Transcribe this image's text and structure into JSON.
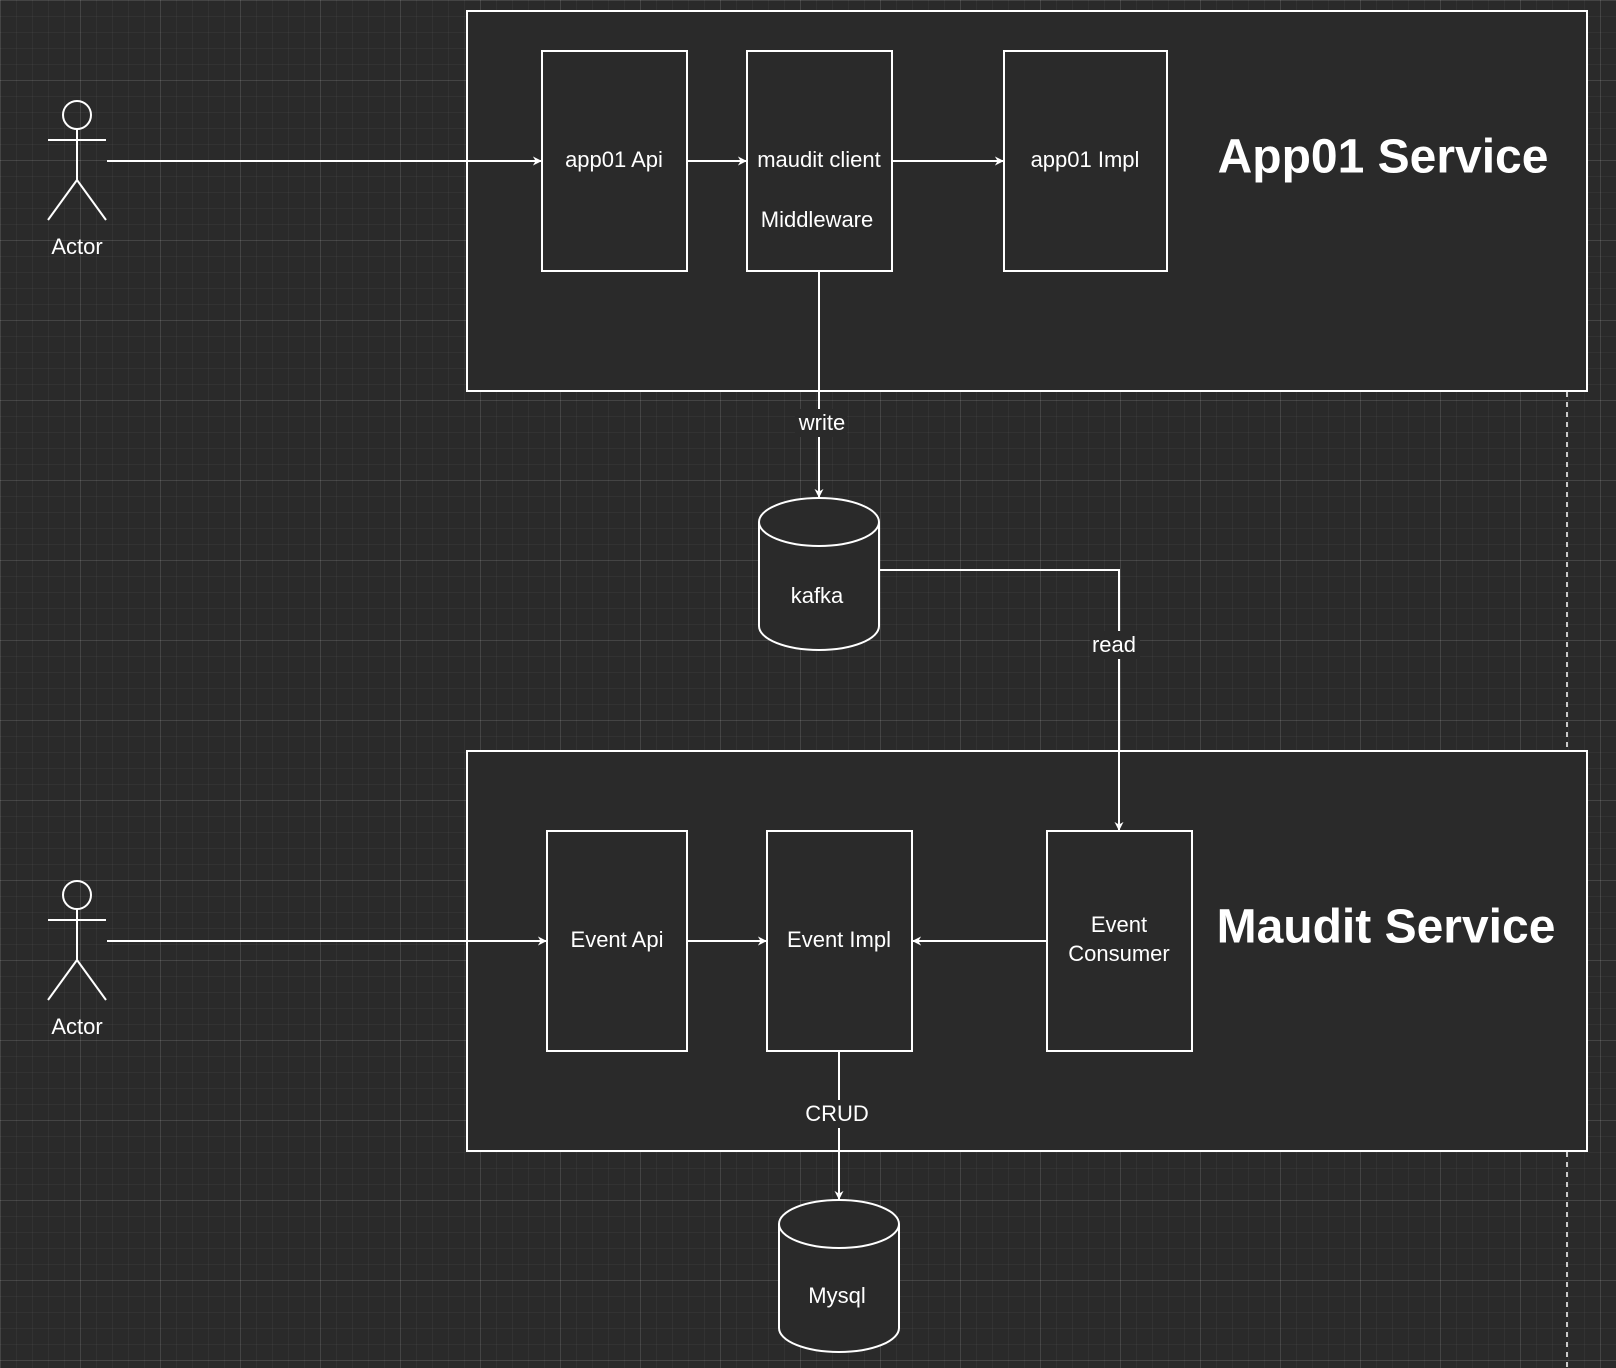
{
  "colors": {
    "background": "#2a2a2a",
    "stroke": "#ffffff",
    "text": "#ffffff"
  },
  "app01_service": {
    "title": "App01 Service",
    "actor_label": "Actor",
    "api_label": "app01 Api",
    "middleware_line1": "maudit client",
    "middleware_line2": "Middleware",
    "impl_label": "app01 Impl"
  },
  "queue": {
    "label": "kafka",
    "write_label": "write",
    "read_label": "read"
  },
  "maudit_service": {
    "title": "Maudit Service",
    "actor_label": "Actor",
    "event_api_label": "Event Api",
    "event_impl_label": "Event Impl",
    "consumer_line1": "Event",
    "consumer_line2": "Consumer"
  },
  "database": {
    "label": "Mysql",
    "crud_label": "CRUD"
  }
}
